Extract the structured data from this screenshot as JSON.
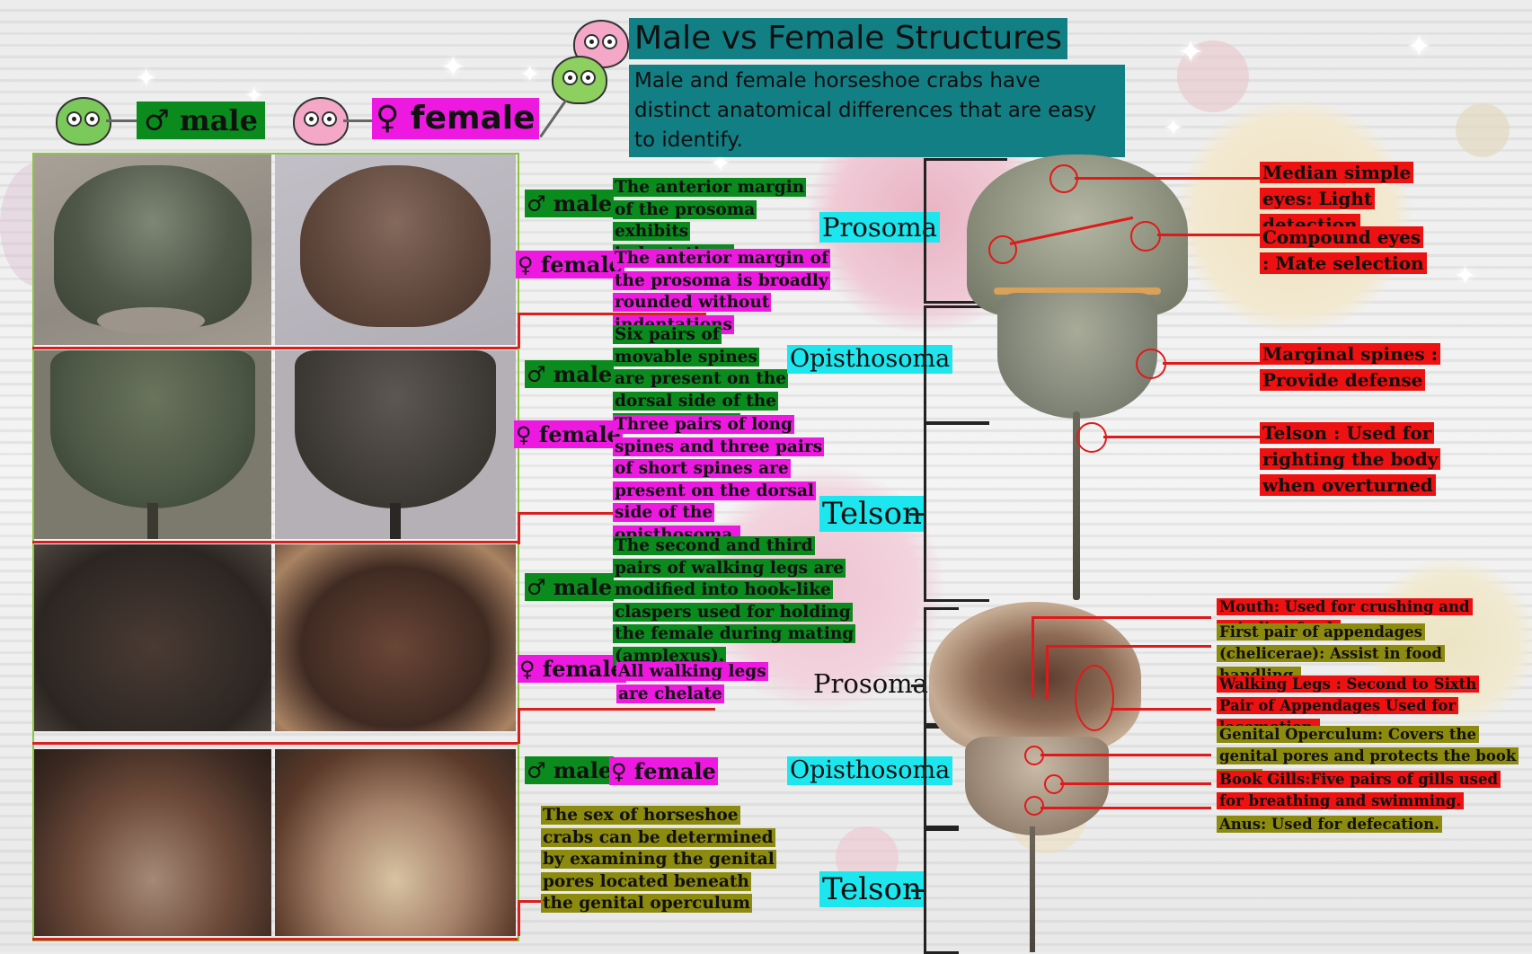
{
  "title": "Male vs Female Structures",
  "subtitle": "Male and female horseshoe crabs have distinct anatomical differences that are easy to identify.",
  "legend": {
    "male": "♂ male",
    "female": "♀ female"
  },
  "tags": {
    "male": "♂ male",
    "female": "♀ female"
  },
  "rows": [
    {
      "male_text": "The anterior margin of the prosoma exhibits indentations",
      "female_text": "The anterior margin of the prosoma is broadly rounded without indentations"
    },
    {
      "male_text": "Six pairs of movable spines are present on the dorsal side of the opisthosoma.",
      "female_text": "Three pairs of long spines and three pairs of short spines are present on the dorsal side of the opisthosoma."
    },
    {
      "male_text": "The second and third pairs of walking legs are modified into hook-like claspers used for holding the female during mating (amplexus).",
      "female_text": "All walking legs are chelate"
    },
    {
      "note": "The sex of horseshoe crabs can be determined by examining the genital pores located beneath the genital operculum"
    }
  ],
  "regions": {
    "prosoma": "Prosoma",
    "opisthosoma": "Opisthosoma",
    "telson": "Telson"
  },
  "dorsal_labels": [
    "Median simple eyes: Light detection",
    "Compound eyes : Mate selection",
    "Marginal spines : Provide defense",
    "Telson : Used for righting the body when overturned"
  ],
  "ventral_labels": [
    {
      "text": "Mouth: Used for crushing and grinding food.",
      "color": "#ee1111"
    },
    {
      "text": "First pair of appendages (chelicerae): Assist in food handling.",
      "color": "#8d8a10"
    },
    {
      "text": "Walking Legs : Second to Sixth Pair of Appendages Used for locomotion.",
      "color": "#ee1111"
    },
    {
      "text": "Genital Operculum: Covers the genital pores and protects the book gills.",
      "color": "#8d8a10"
    },
    {
      "text": "Book Gills:Five pairs of gills used for breathing and swimming.",
      "color": "#ee1111"
    },
    {
      "text": "Anus: Used for defecation.",
      "color": "#8d8a10"
    }
  ],
  "colors": {
    "male": "#0b8a1e",
    "female": "#ee19e0",
    "olive": "#8d8a10",
    "red": "#ee1111",
    "cyan": "#1ee6ee",
    "title_bg": "#127f85"
  }
}
